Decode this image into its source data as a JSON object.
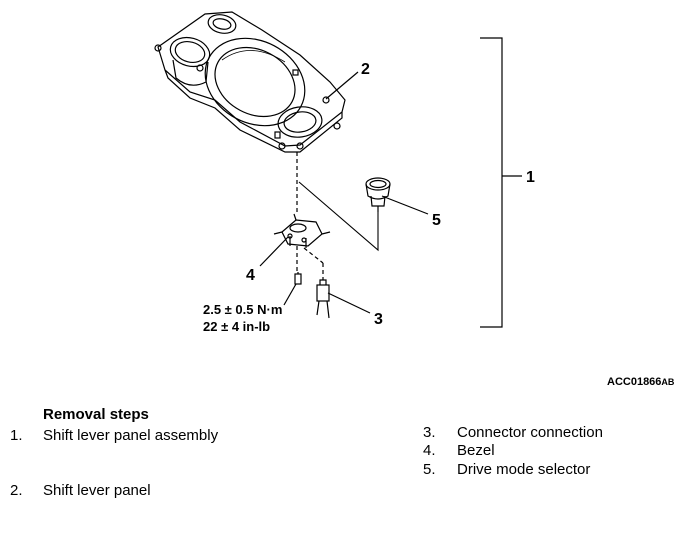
{
  "figure": {
    "callouts": [
      "1",
      "2",
      "3",
      "4",
      "5"
    ],
    "torque": {
      "metric": "2.5 ± 0.5 N·m",
      "imperial": "22 ± 4 in-lb"
    },
    "figure_code": {
      "main": "ACC01866",
      "suffix": "AB"
    }
  },
  "removal_steps": {
    "title": "Removal steps",
    "left": [
      {
        "num": "1.",
        "label": "Shift lever panel assembly"
      },
      {
        "num": "2.",
        "label": "Shift lever panel"
      }
    ],
    "right": [
      {
        "num": "3.",
        "label": "Connector connection"
      },
      {
        "num": "4.",
        "label": "Bezel"
      },
      {
        "num": "5.",
        "label": "Drive mode selector"
      }
    ]
  }
}
